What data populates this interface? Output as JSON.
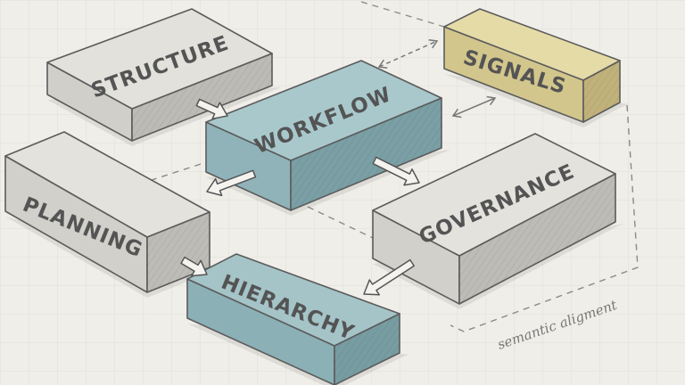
{
  "blocks": [
    {
      "id": "structure",
      "label": "STRUCTURE",
      "top": "#e2e1dc",
      "front": "#d0cfca",
      "side": "#bcbbb5"
    },
    {
      "id": "workflow",
      "label": "WORKFLOW",
      "top": "#a9c8cc",
      "front": "#8fb3b8",
      "side": "#7a9fa5"
    },
    {
      "id": "signals",
      "label": "SIGNALS",
      "top": "#e5dba6",
      "front": "#d2c68c",
      "side": "#c0b27a"
    },
    {
      "id": "planning",
      "label": "PLANNING",
      "top": "#e3e2dd",
      "front": "#d1d0cb",
      "side": "#bdbcb6"
    },
    {
      "id": "governance",
      "label": "GOVERNANCE",
      "top": "#e3e2dd",
      "front": "#d1d0cb",
      "side": "#bdbcb6"
    },
    {
      "id": "hierarchy",
      "label": "HIERARCHY",
      "top": "#a5c4c8",
      "front": "#8bb0b5",
      "side": "#779da2"
    }
  ],
  "annotation": "semantic aligment"
}
